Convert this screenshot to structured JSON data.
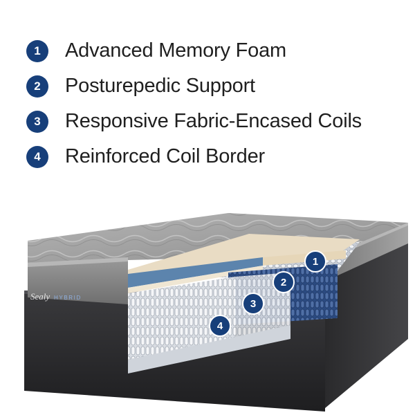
{
  "features": [
    {
      "num": "1",
      "label": "Advanced Memory Foam"
    },
    {
      "num": "2",
      "label": "Posturepedic Support"
    },
    {
      "num": "3",
      "label": "Responsive Fabric-Encased Coils"
    },
    {
      "num": "4",
      "label": "Reinforced Coil Border"
    }
  ],
  "brand": {
    "script": "Sealy",
    "line": "HYBRID"
  },
  "colors": {
    "badge": "#173f7a",
    "memory_foam": "#5c84ad",
    "base": "#2e2e30"
  }
}
